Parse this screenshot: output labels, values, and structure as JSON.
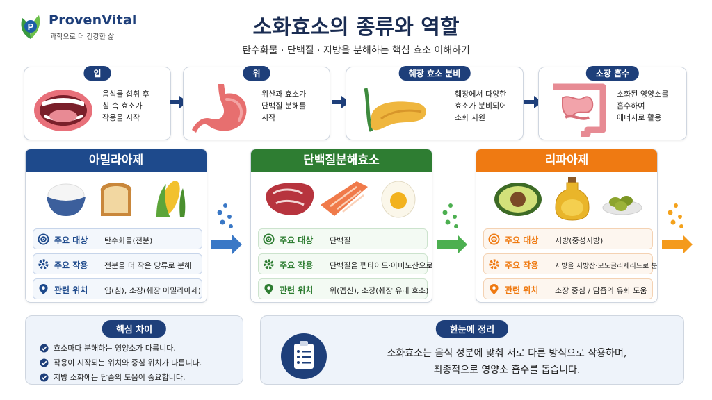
{
  "header": {
    "brand": "ProvenVital",
    "tagline": "과학으로 더 건강한 삶",
    "title": "소화효소의 종류와 역할",
    "subtitle": "탄수화물 · 단백질 · 지방을 분해하는 핵심 효소 이해하기"
  },
  "stages": [
    {
      "title": "입",
      "lines": [
        "음식물 섭취 후",
        "침 속 효소가",
        "작용을 시작"
      ],
      "icon": "mouth-icon"
    },
    {
      "title": "위",
      "lines": [
        "위산과 효소가",
        "단백질 분해를",
        "시작"
      ],
      "icon": "stomach-icon"
    },
    {
      "title": "췌장 효소 분비",
      "lines": [
        "췌장에서 다양한",
        "효소가 분비되어",
        "소화 지원"
      ],
      "icon": "pancreas-icon"
    },
    {
      "title": "소장 흡수",
      "lines": [
        "소화된 영양소를",
        "흡수하여",
        "에너지로 활용"
      ],
      "icon": "intestine-icon"
    }
  ],
  "enzymes": [
    {
      "name": "아밀라아제",
      "color": "#1e4a8c",
      "foods": [
        "rice-icon",
        "bread-icon",
        "corn-icon"
      ],
      "rows": [
        {
          "label": "주요 대상",
          "value": "탄수화물(전분)",
          "icon": "target-icon"
        },
        {
          "label": "주요 작용",
          "value": "전분을 더 작은 당류로 분해",
          "icon": "gear-icon"
        },
        {
          "label": "관련 위치",
          "value": "입(침), 소장(췌장 아밀라아제)",
          "icon": "location-pin-icon"
        }
      ]
    },
    {
      "name": "단백질분해효소",
      "color": "#2e7d32",
      "foods": [
        "steak-icon",
        "salmon-icon",
        "egg-icon"
      ],
      "rows": [
        {
          "label": "주요 대상",
          "value": "단백질",
          "icon": "target-icon"
        },
        {
          "label": "주요 작용",
          "value": "단백질을 펩타이드·아미노산으로 분해",
          "icon": "gear-icon"
        },
        {
          "label": "관련 위치",
          "value": "위(펩신), 소장(췌장 유래 효소)",
          "icon": "location-pin-icon"
        }
      ]
    },
    {
      "name": "리파아제",
      "color": "#ef7a12",
      "foods": [
        "avocado-icon",
        "oil-bottle-icon",
        "olives-icon"
      ],
      "rows": [
        {
          "label": "주요 대상",
          "value": "지방(중성지방)",
          "icon": "target-icon"
        },
        {
          "label": "주요 작용",
          "value": "지방을 지방산·모노글리세리드로 분해",
          "icon": "gear-icon"
        },
        {
          "label": "관련 위치",
          "value": "소장 중심 / 담즙의 유화 도움",
          "icon": "location-pin-icon"
        }
      ]
    }
  ],
  "key_difference": {
    "title": "핵심 차이",
    "items": [
      "효소마다 분해하는 영양소가 다릅니다.",
      "작용이 시작되는 위치와 중심 위치가 다릅니다.",
      "지방 소화에는 담즙의 도움이 중요합니다."
    ]
  },
  "summary": {
    "title": "한눈에 정리",
    "lines": [
      "소화효소는 음식 성분에 맞춰 서로 다른 방식으로 작용하며,",
      "최종적으로 영양소 흡수를 돕습니다."
    ]
  },
  "colors": {
    "navy": "#1e3f7a",
    "blue": "#1e4a8c",
    "green": "#2e7d32",
    "orange": "#ef7a12"
  }
}
